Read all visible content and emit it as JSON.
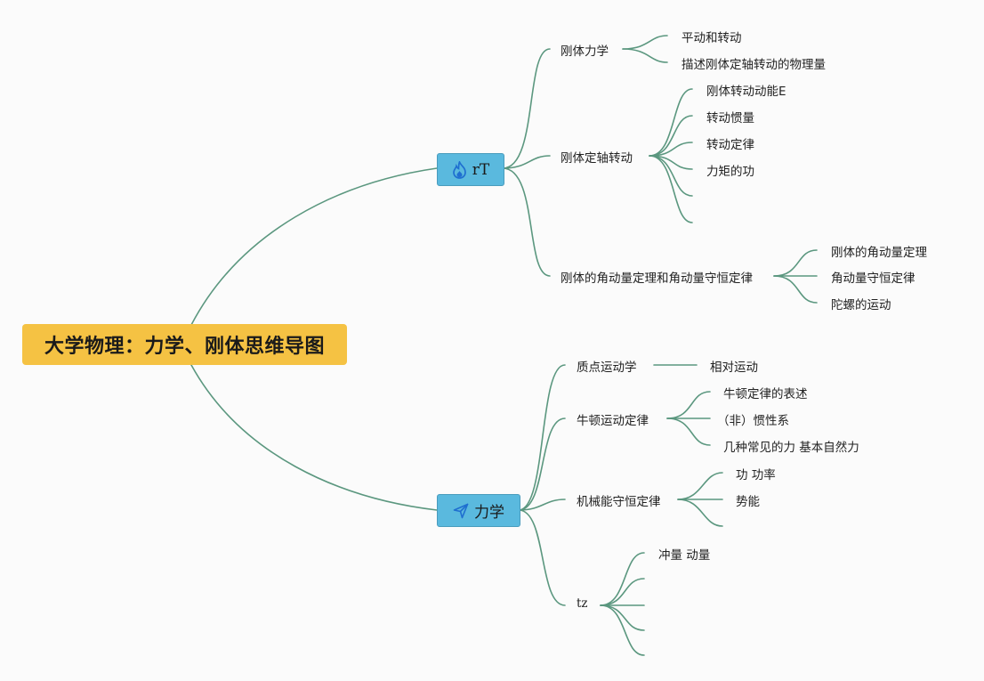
{
  "root": {
    "title": "大学物理：力学、刚体思维导图"
  },
  "branches": {
    "rt": {
      "label": "rT",
      "icon": "fire-icon",
      "children": [
        {
          "label": "刚体力学",
          "children": [
            "平动和转动",
            "描述刚体定轴转动的物理量"
          ]
        },
        {
          "label": "刚体定轴转动",
          "children": [
            "刚体转动动能E",
            "转动惯量",
            "转动定律",
            "力矩的功",
            "",
            ""
          ]
        },
        {
          "label": "刚体的角动量定理和角动量守恒定律",
          "children": [
            "刚体的角动量定理",
            "角动量守恒定律",
            "陀螺的运动"
          ]
        }
      ]
    },
    "lixue": {
      "label": "力学",
      "icon": "paper-plane-icon",
      "children": [
        {
          "label": "质点运动学",
          "children": [
            "相对运动"
          ]
        },
        {
          "label": "牛顿运动定律",
          "children": [
            "牛顿定律的表述",
            "（非）惯性系",
            "几种常见的力 基本自然力"
          ]
        },
        {
          "label": "机械能守恒定律",
          "children": [
            "功 功率",
            "势能",
            ""
          ]
        },
        {
          "label": "tz",
          "children": [
            "冲量 动量",
            "",
            "",
            "",
            ""
          ]
        }
      ]
    }
  },
  "colors": {
    "root_bg": "#f5c243",
    "branch_bg": "#5ab9de",
    "connector": "#5b977f"
  }
}
